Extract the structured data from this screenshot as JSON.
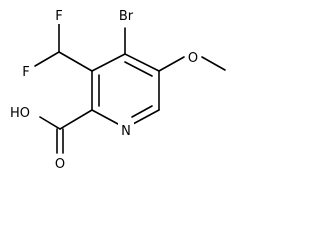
{
  "molecule": {
    "atoms": {
      "bromine": "Br",
      "fluorine_upper": "F",
      "fluorine_lower": "F",
      "methoxy_oxygen": "O",
      "ring_nitrogen": "N",
      "carboxyl_hydroxyl": "HO",
      "carbonyl_oxygen": "O"
    }
  }
}
